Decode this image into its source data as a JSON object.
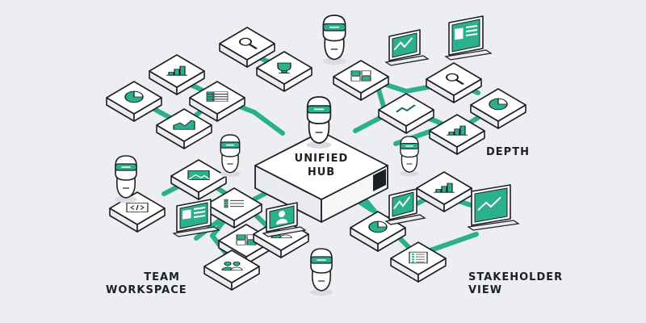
{
  "hub": {
    "label": "UNIFIED\nHUB"
  },
  "labels": {
    "depth": "DEPTH",
    "team_workspace": "TEAM\nWORKSPACE",
    "stakeholder_view": "STAKEHOLDER\nVIEW"
  },
  "colors": {
    "background": "#eceef1",
    "accent": "#2bb08d",
    "outline": "#1d2023",
    "tile_top": "#ffffff",
    "tile_side": "#e9ebee"
  },
  "tiles": [
    {
      "icon": "bar-chart-icon"
    },
    {
      "icon": "search-icon"
    },
    {
      "icon": "trophy-icon"
    },
    {
      "icon": "pie-chart-icon"
    },
    {
      "icon": "table-icon"
    },
    {
      "icon": "area-chart-icon"
    },
    {
      "icon": "grid-layout-icon"
    },
    {
      "icon": "search-icon"
    },
    {
      "icon": "pie-chart-icon"
    },
    {
      "icon": "line-chart-icon"
    },
    {
      "icon": "bar-chart-icon"
    },
    {
      "icon": "image-icon"
    },
    {
      "icon": "code-icon"
    },
    {
      "icon": "list-icon"
    },
    {
      "icon": "grid-layout-icon"
    },
    {
      "icon": "team-icon"
    },
    {
      "icon": "team-icon"
    },
    {
      "icon": "bar-chart-icon"
    },
    {
      "icon": "pie-chart-icon"
    },
    {
      "icon": "document-icon"
    }
  ],
  "screens": [
    {
      "icon": "line-chart-icon"
    },
    {
      "icon": "dashboard-icon"
    },
    {
      "icon": "dashboard-icon"
    },
    {
      "icon": "line-chart-icon"
    },
    {
      "icon": "line-chart-icon"
    },
    {
      "icon": "profile-icon"
    }
  ],
  "robots": [
    {
      "name": "robot-icon"
    },
    {
      "name": "robot-icon"
    },
    {
      "name": "robot-icon"
    },
    {
      "name": "robot-icon"
    },
    {
      "name": "robot-icon"
    }
  ]
}
